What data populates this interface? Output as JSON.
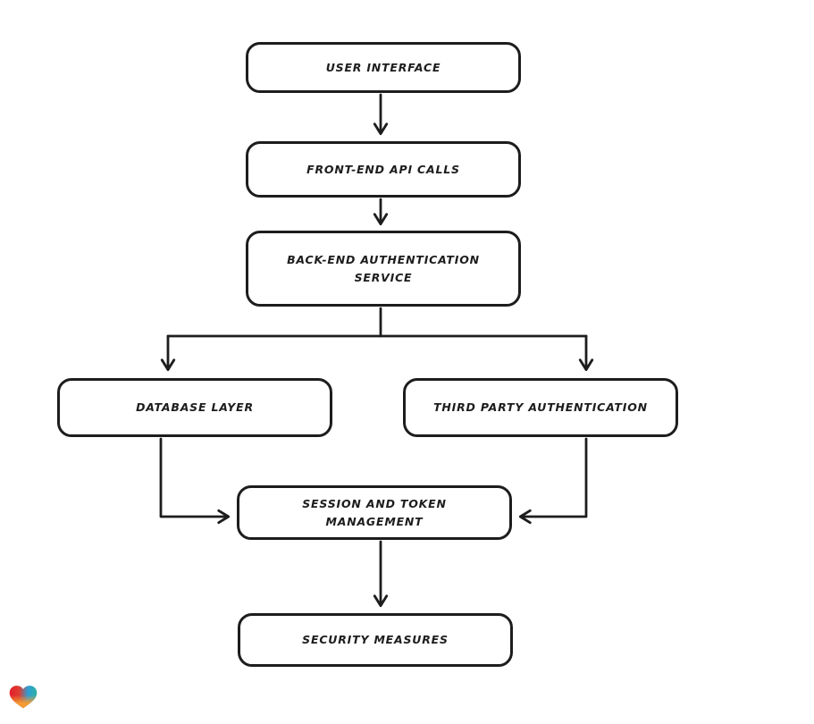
{
  "diagram": {
    "type": "flowchart",
    "style": "hand-drawn",
    "nodes": {
      "user_interface": {
        "label": "USER INTERFACE"
      },
      "frontend_api": {
        "label": "FRONT-END API CALLS"
      },
      "backend_auth": {
        "label": "BACK-END AUTHENTICATION SERVICE"
      },
      "database_layer": {
        "label": "DATABASE LAYER"
      },
      "third_party_auth": {
        "label": "THIRD PARTY AUTHENTICATION"
      },
      "session_token": {
        "label": "SESSION AND TOKEN MANAGEMENT"
      },
      "security_measures": {
        "label": "SECURITY MEASURES"
      }
    },
    "edges": [
      {
        "from": "user_interface",
        "to": "frontend_api"
      },
      {
        "from": "frontend_api",
        "to": "backend_auth"
      },
      {
        "from": "backend_auth",
        "to": "database_layer"
      },
      {
        "from": "backend_auth",
        "to": "third_party_auth"
      },
      {
        "from": "database_layer",
        "to": "session_token"
      },
      {
        "from": "third_party_auth",
        "to": "session_token"
      },
      {
        "from": "session_token",
        "to": "security_measures"
      }
    ],
    "colors": {
      "stroke": "#1d1d1d",
      "node_fill": "#ffffff",
      "background": "#ffffff"
    }
  },
  "logo": {
    "name": "gradient-heart",
    "colors": {
      "red": "#e51e2b",
      "blue": "#2d9fd6",
      "teal": "#2eb0a0",
      "orange": "#f49b31"
    }
  }
}
